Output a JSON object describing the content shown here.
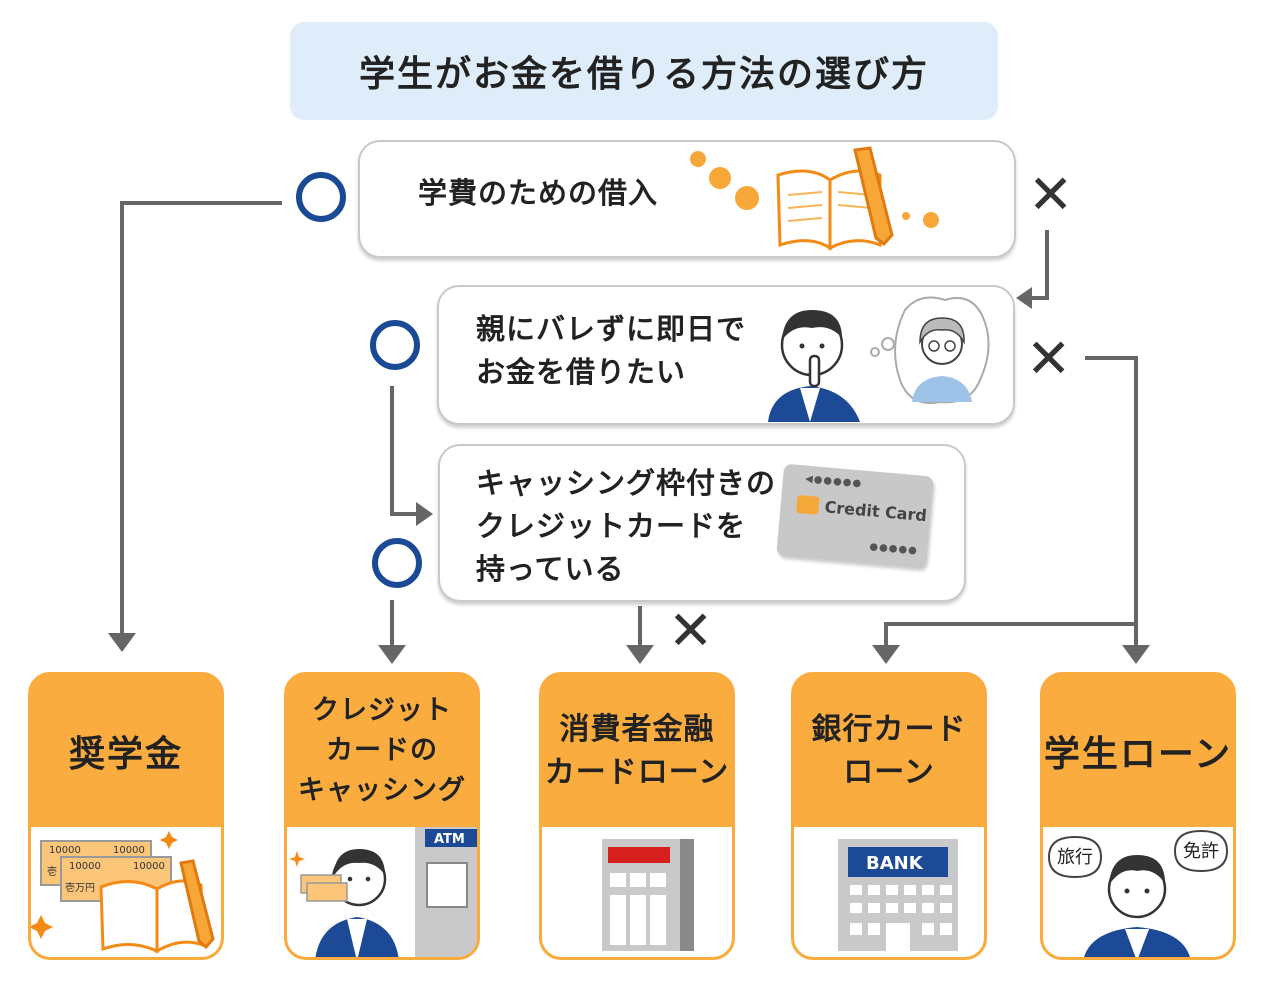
{
  "title": "学生がお金を借りる方法の選び方",
  "questions": {
    "q1": {
      "text": "学費のための借入"
    },
    "q2": {
      "line1": "親にバレずに即日で",
      "line2": "お金を借りたい"
    },
    "q3": {
      "line1": "キャッシング枠付きの",
      "line2": "クレジットカードを",
      "line3": "持っている"
    }
  },
  "symbols": {
    "yes": "○",
    "no": "✕"
  },
  "card_label": "Credit Card",
  "results": {
    "r1": {
      "title": "奨学金",
      "bill_a": "10000",
      "bill_b": "10000",
      "bill_c": "10000",
      "bill_d": "10000",
      "bill_kanji_a": "壱",
      "bill_kanji_b": "壱万円"
    },
    "r2": {
      "line1": "クレジット",
      "line2": "カードの",
      "line3": "キャッシング",
      "atm_label": "ATM"
    },
    "r3": {
      "line1": "消費者金融",
      "line2": "カードローン"
    },
    "r4": {
      "line1": "銀行カード",
      "line2": "ローン",
      "bank_label": "BANK"
    },
    "r5": {
      "title": "学生ローン",
      "bubble_left": "旅行",
      "bubble_right": "免許"
    }
  },
  "colors": {
    "accent_orange": "#fbac3f",
    "circle_blue": "#1a4a96",
    "title_bg": "#deedf9",
    "arrow_gray": "#666666"
  }
}
